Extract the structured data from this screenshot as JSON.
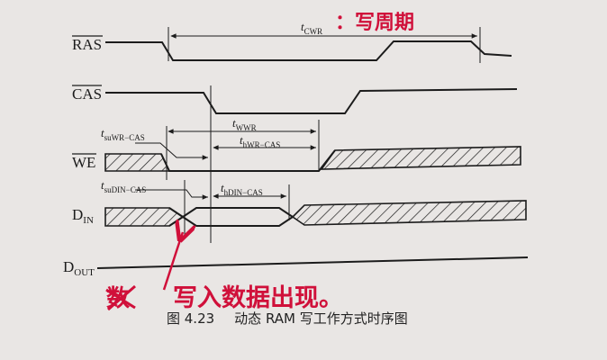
{
  "signals": {
    "ras": "RAS",
    "cas": "CAS",
    "we": "WE",
    "din_main": "D",
    "din_sub": "IN",
    "dout_main": "D",
    "dout_sub": "OUT"
  },
  "timings": {
    "t_cwr": {
      "main": "t",
      "sub": "CWR"
    },
    "t_wwr": {
      "main": "t",
      "sub": "WWR"
    },
    "t_hwr": {
      "main": "t",
      "sub": "hWR−CAS"
    },
    "t_suwr": {
      "main": "t",
      "sub": "suWR−CAS"
    },
    "t_sudin": {
      "main": "t",
      "sub": "suDIN−CAS"
    },
    "t_hdin": {
      "main": "t",
      "sub": "hDIN−CAS"
    }
  },
  "handwriting": {
    "top_note": "：写周期",
    "bottom_note": "写入数据出现。",
    "bottom_scribble": "数"
  },
  "caption": {
    "number": "图 4.23",
    "title": "动态 RAM 写工作方式时序图"
  },
  "colors": {
    "ink": "#1c1c1c",
    "handwriting": "#d0103a",
    "paper": "#e9e6e4"
  }
}
